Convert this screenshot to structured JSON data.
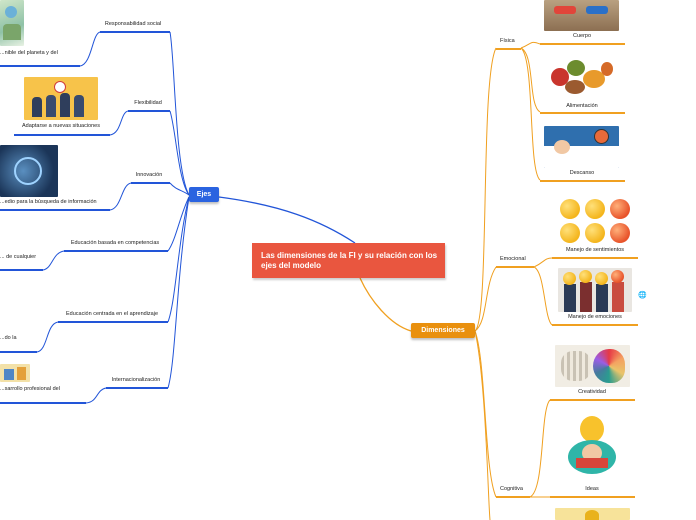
{
  "central": {
    "title": "Las dimensiones de la FI y su relación con los ejes del modelo"
  },
  "ejes": {
    "label": "Ejes",
    "items": [
      {
        "label": "Responsabilidad social",
        "leaf": "...nible del planeta y del"
      },
      {
        "label": "Flexibilidad",
        "leaf": "Adaptarse a nuevas situaciones"
      },
      {
        "label": "Innovación",
        "leaf": "...edio para la búsqueda de información"
      },
      {
        "label": "Educación basada en competencias",
        "leaf": "... de cualquier"
      },
      {
        "label": "Educación centrada en el aprendizaje",
        "leaf": "...do la"
      },
      {
        "label": "Internacionalización",
        "leaf": "...sarrollo profesional del"
      }
    ]
  },
  "dimensiones": {
    "label": "Dimensiones",
    "groups": [
      {
        "label": "Física",
        "leaves": [
          "Cuerpo",
          "Alimentación",
          "Descanso"
        ]
      },
      {
        "label": "Emocional",
        "leaves": [
          "Manejo de sentimientos",
          "Manejo de emociones"
        ]
      },
      {
        "label": "Cognitiva",
        "leaves": [
          "Creatividad",
          "Ideas"
        ]
      }
    ]
  },
  "icons": {
    "globe": "globe-icon",
    "globe_glyph": "🌐"
  },
  "colors": {
    "central": "#e9563f",
    "ejes": "#2a63e0",
    "dimensiones": "#e9900e",
    "blue_line": "#2255d8",
    "orange_line": "#f0a020"
  }
}
